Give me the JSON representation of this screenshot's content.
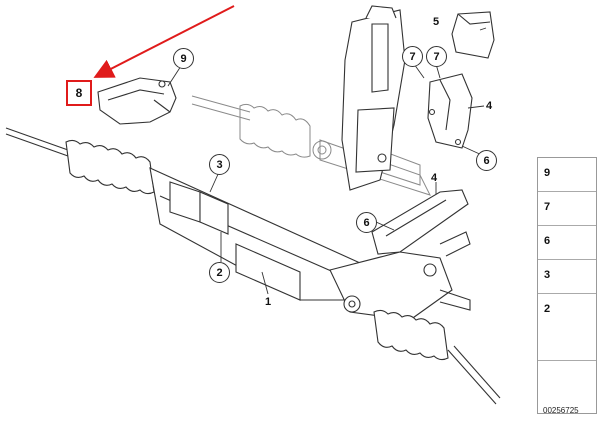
{
  "callouts": {
    "main_labels": [
      "1",
      "2",
      "3",
      "4",
      "4",
      "5",
      "6",
      "6",
      "7",
      "7",
      "9"
    ],
    "highlighted": "8"
  },
  "legend": {
    "items": [
      "9",
      "7",
      "6",
      "3",
      "2"
    ]
  },
  "part_number": "00256725",
  "colors": {
    "highlight": "#e01b1b",
    "line": "#333333"
  }
}
